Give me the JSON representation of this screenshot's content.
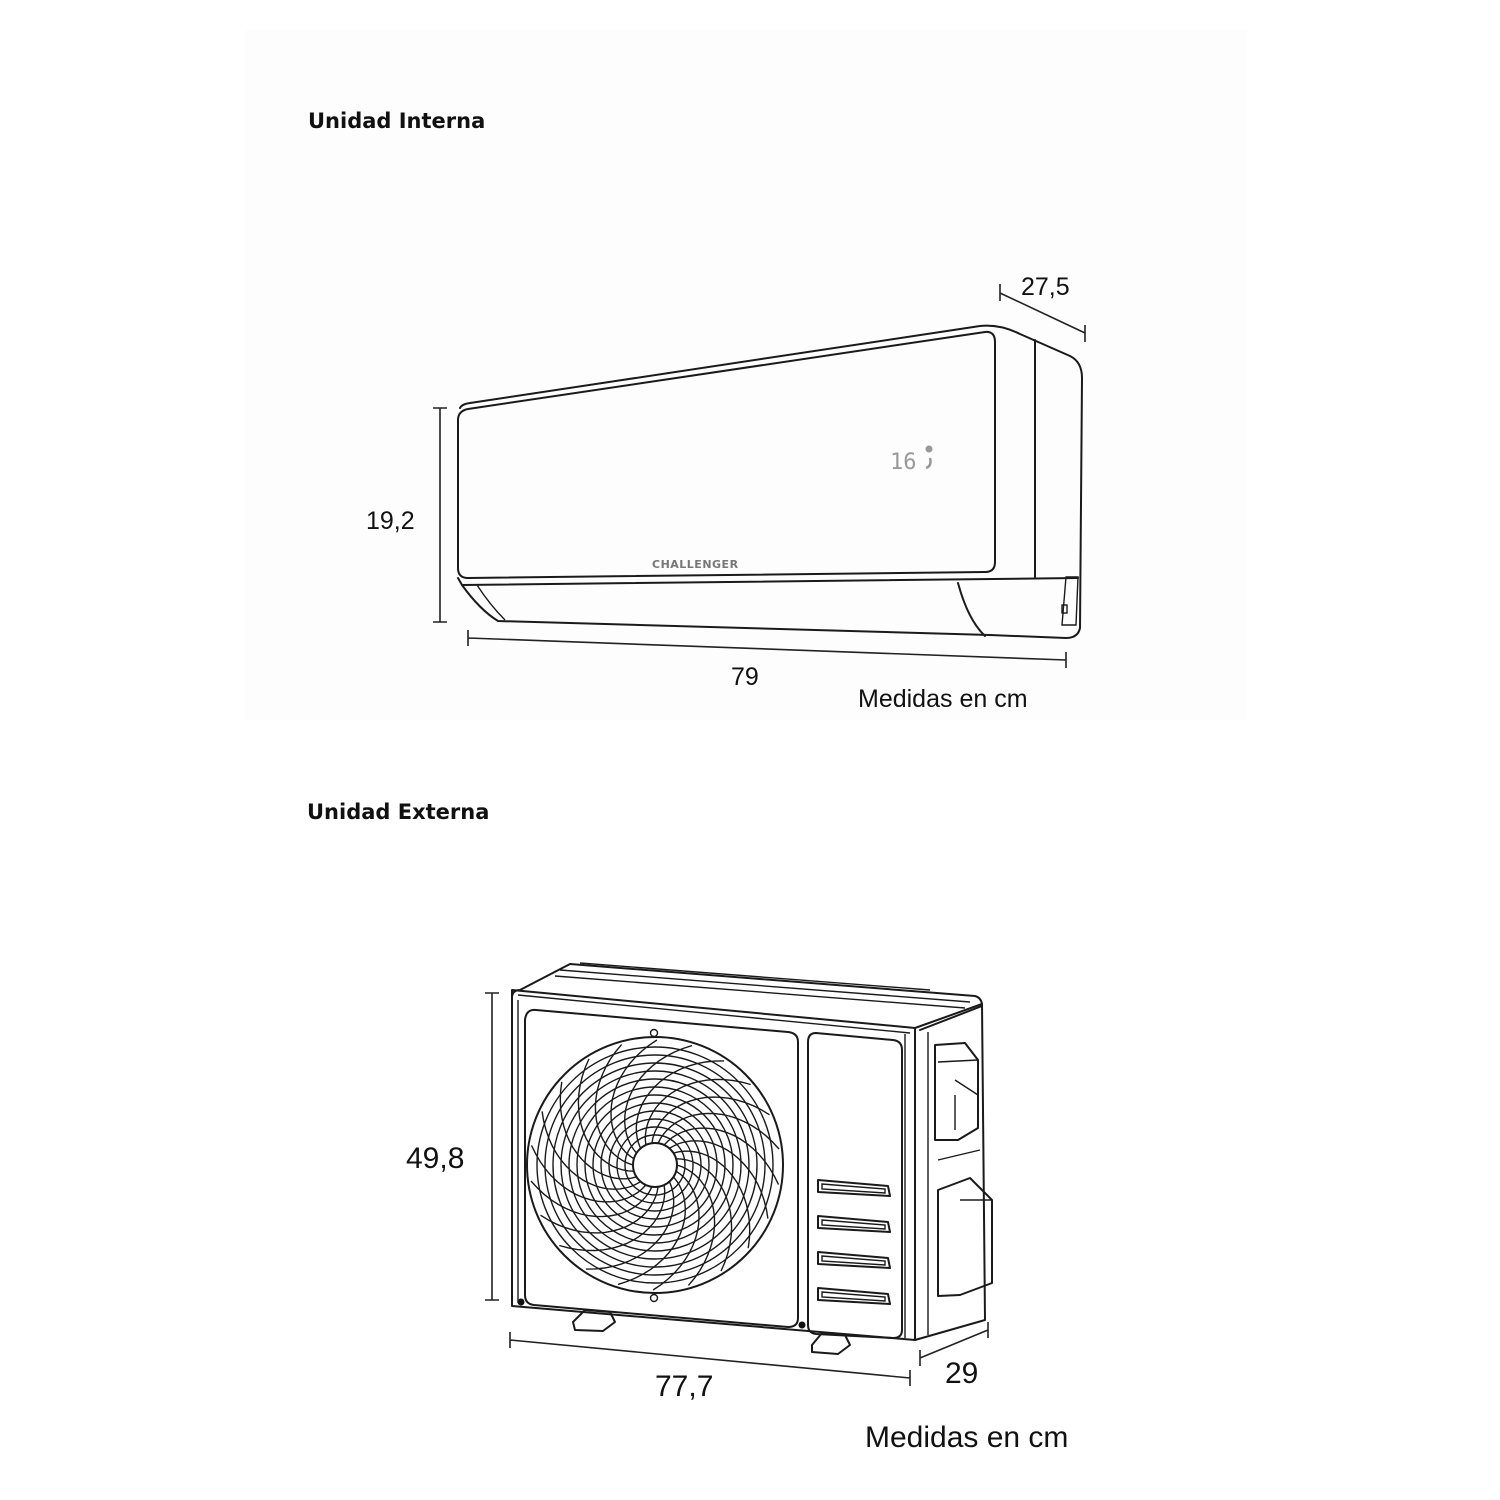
{
  "indoor": {
    "heading": "Unidad Interna",
    "brand": "CHALLENGER",
    "display": "16",
    "dimensions": {
      "depth": "27,5",
      "height": "19,2",
      "width": "79"
    },
    "units_note": "Medidas en cm"
  },
  "outdoor": {
    "heading": "Unidad Externa",
    "dimensions": {
      "height": "49,8",
      "width": "77,7",
      "depth": "29"
    },
    "units_note": "Medidas en cm"
  }
}
